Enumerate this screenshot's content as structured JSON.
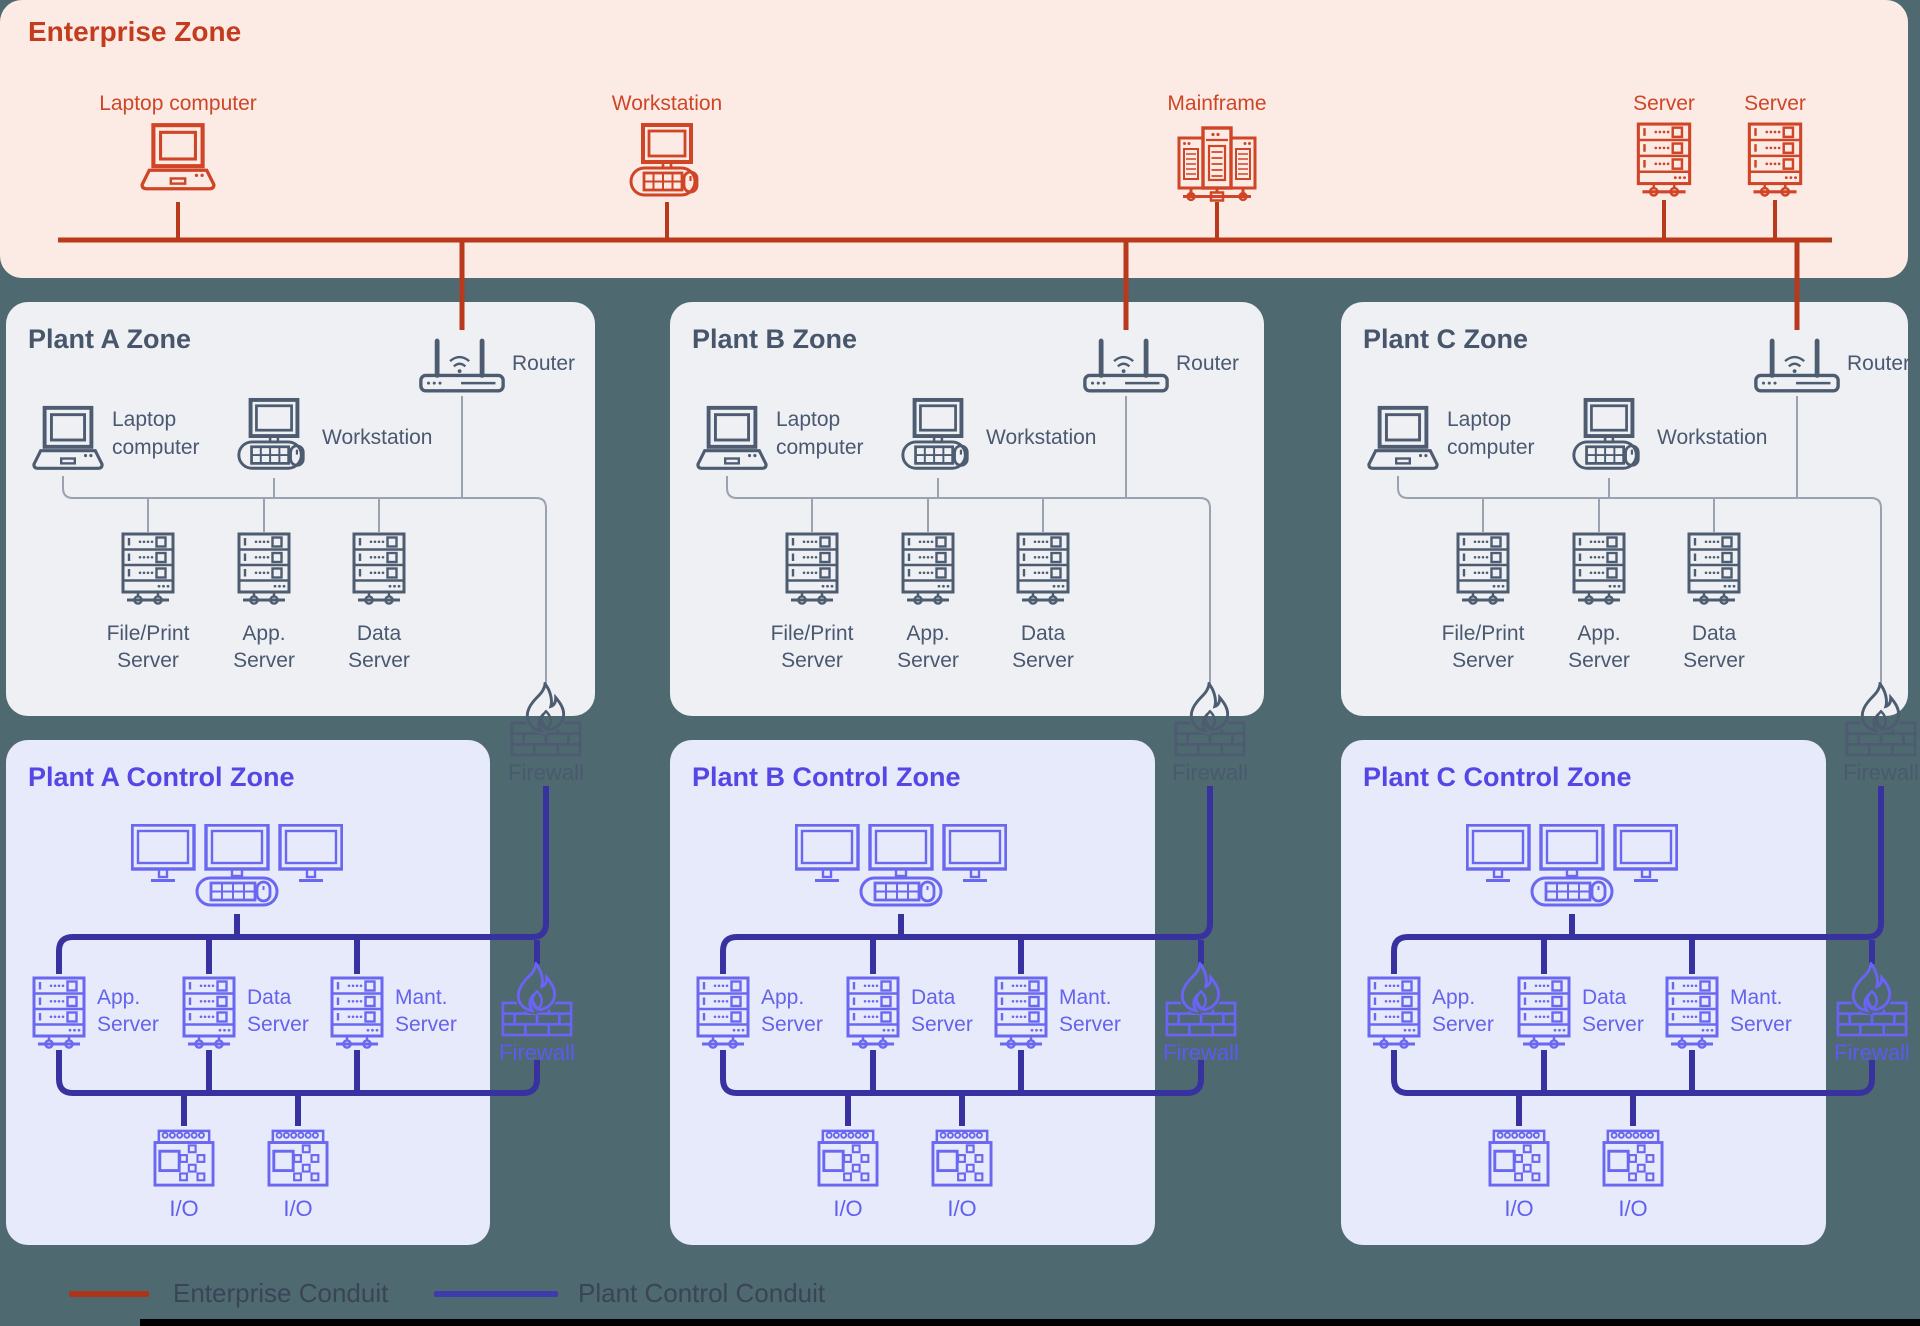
{
  "enterprise": {
    "title": "Enterprise Zone",
    "items": [
      {
        "label": "Laptop computer"
      },
      {
        "label": "Workstation"
      },
      {
        "label": "Mainframe"
      },
      {
        "label": "Server"
      },
      {
        "label": "Server"
      }
    ]
  },
  "plant_zones": [
    {
      "title": "Plant A Zone",
      "router_label": "Router",
      "laptop": {
        "l1": "Laptop",
        "l2": "computer"
      },
      "workstation_label": "Workstation",
      "servers": [
        {
          "l1": "File/Print",
          "l2": "Server"
        },
        {
          "l1": "App.",
          "l2": "Server"
        },
        {
          "l1": "Data",
          "l2": "Server"
        }
      ],
      "firewall_label": "Firewall"
    },
    {
      "title": "Plant B Zone",
      "router_label": "Router",
      "laptop": {
        "l1": "Laptop",
        "l2": "computer"
      },
      "workstation_label": "Workstation",
      "servers": [
        {
          "l1": "File/Print",
          "l2": "Server"
        },
        {
          "l1": "App.",
          "l2": "Server"
        },
        {
          "l1": "Data",
          "l2": "Server"
        }
      ],
      "firewall_label": "Firewall"
    },
    {
      "title": "Plant C Zone",
      "router_label": "Router",
      "laptop": {
        "l1": "Laptop",
        "l2": "computer"
      },
      "workstation_label": "Workstation",
      "servers": [
        {
          "l1": "File/Print",
          "l2": "Server"
        },
        {
          "l1": "App.",
          "l2": "Server"
        },
        {
          "l1": "Data",
          "l2": "Server"
        }
      ],
      "firewall_label": "Firewall"
    }
  ],
  "control_zones": [
    {
      "title": "Plant A Control Zone",
      "servers": [
        {
          "l1": "App.",
          "l2": "Server"
        },
        {
          "l1": "Data",
          "l2": "Server"
        },
        {
          "l1": "Mant.",
          "l2": "Server"
        }
      ],
      "io": [
        "I/O",
        "I/O"
      ],
      "firewall_label": "Firewall"
    },
    {
      "title": "Plant B Control Zone",
      "servers": [
        {
          "l1": "App.",
          "l2": "Server"
        },
        {
          "l1": "Data",
          "l2": "Server"
        },
        {
          "l1": "Mant.",
          "l2": "Server"
        }
      ],
      "io": [
        "I/O",
        "I/O"
      ],
      "firewall_label": "Firewall"
    },
    {
      "title": "Plant C Control Zone",
      "servers": [
        {
          "l1": "App.",
          "l2": "Server"
        },
        {
          "l1": "Data",
          "l2": "Server"
        },
        {
          "l1": "Mant.",
          "l2": "Server"
        }
      ],
      "io": [
        "I/O",
        "I/O"
      ],
      "firewall_label": "Firewall"
    }
  ],
  "legend": {
    "enterprise_label": "Enterprise Conduit",
    "control_label": "Plant Control Conduit"
  },
  "colors": {
    "background": "#4e6970",
    "enterprise_accent": "#cf4526",
    "enterprise_conduit": "#b8391c",
    "plant_accent": "#4d5c70",
    "control_accent": "#6a67f0",
    "control_conduit": "#37329f"
  }
}
